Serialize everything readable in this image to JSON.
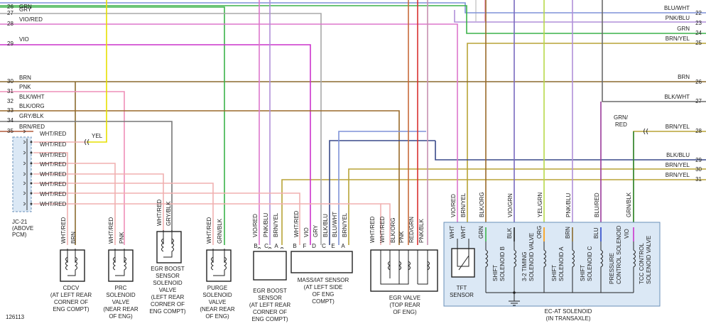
{
  "colors": {
    "WHT": "#cfcfcf",
    "GRY": "#a8a8a8",
    "VIO": "#cc33cc",
    "VIO_RED": "#dd77cc",
    "PNK": "#ee8fb8",
    "BRN": "#8a6a2e",
    "GRN": "#3bb24a",
    "YEL": "#e6e000",
    "BLU": "#2b46c8",
    "ORG": "#ff9900",
    "RED": "#d93030",
    "BLK": "#222222",
    "BRN_YEL": "#b8a336",
    "GRN_WHT": "#8fd19a",
    "BLK_BLU": "#465296",
    "GRN_BLK": "#2f8a3a",
    "GRY_BLK": "#777777",
    "BLU_WHT": "#7f92d8",
    "BLK_WHT": "#6a6a6a",
    "BLK_ORG": "#9a6a2a",
    "BRN_RED": "#b05a3a",
    "WHT_RED": "#f0b0b0",
    "PNK_BLU": "#b08fd8",
    "BLU_RED": "#9a3a9a",
    "VIO_GRN": "#7a6ac0",
    "YEL_GRN": "#b8d84a",
    "RED_GRN": "#c86a3a",
    "PNK_BLK": "#c78fb0",
    "BLK_BLU_ALT": "#3a4a8a",
    "BRN_BLU": "#7a6a9a"
  },
  "left_wires": [
    {
      "pin": "26",
      "label": "GRN"
    },
    {
      "pin": "27",
      "label": "GRY"
    },
    {
      "pin": "28",
      "label": "VIO/RED"
    },
    {
      "pin": "29",
      "label": "VIO"
    },
    {
      "pin": "30",
      "label": "BRN"
    },
    {
      "pin": "31",
      "label": "PNK"
    },
    {
      "pin": "32",
      "label": "BLK/WHT"
    },
    {
      "pin": "33",
      "label": "BLK/ORG"
    },
    {
      "pin": "34",
      "label": "GRY/BLK"
    },
    {
      "pin": "35",
      "label": "BRN/RED"
    }
  ],
  "right_wires": [
    {
      "pin": "22",
      "label": "BLU/WHT"
    },
    {
      "pin": "23",
      "label": "PNK/BLU"
    },
    {
      "pin": "24",
      "label": "GRN"
    },
    {
      "pin": "25",
      "label": "BRN/YEL"
    },
    {
      "pin": "26",
      "label": "BRN"
    },
    {
      "pin": "27",
      "label": "BLK/WHT"
    },
    {
      "pin": "28",
      "label": "BRN/YEL"
    },
    {
      "pin": "29",
      "label": "BLK/BLU"
    },
    {
      "pin": "30",
      "label": "BRN/YEL"
    },
    {
      "pin": "31",
      "label": "BRN/YEL"
    }
  ],
  "grn_red_label": [
    "GRN/",
    "RED"
  ],
  "yel_label": "YEL",
  "jc21": {
    "wire_label": "WHT/RED",
    "caption": [
      "JC-21",
      "(ABOVE",
      "PCM)"
    ]
  },
  "components": {
    "cdcv": {
      "wires": [
        "WHT/RED",
        "BRN"
      ],
      "caption": [
        "CDCV",
        "(AT LEFT REAR",
        "CORNER OF",
        "ENG COMPT)"
      ]
    },
    "prc": {
      "wires": [
        "WHT/RED",
        "PNK"
      ],
      "caption": [
        "PRC",
        "SOLENOID",
        "VALVE",
        "(NEAR REAR",
        "OF ENG)"
      ]
    },
    "egr_boost_valve": {
      "wires": [
        "WHT/RED",
        "GRY/BLK"
      ],
      "caption": [
        "EGR BOOST",
        "SENSOR",
        "SOLENOID",
        "VALVE",
        "(LEFT REAR",
        "CORNER OF",
        "ENG COMPT)"
      ]
    },
    "purge": {
      "wires": [
        "WHT/RED",
        "GRN/BLK"
      ],
      "caption": [
        "PURGE",
        "SOLENOID",
        "VALVE",
        "(NEAR REAR",
        "OF ENG)"
      ]
    },
    "egr_boost_sensor": {
      "wires": [
        "VIO/RED",
        "PNK/BLU",
        "BRN/YEL"
      ],
      "pins": [
        "B",
        "C",
        "A"
      ],
      "caption": [
        "EGR BOOST",
        "SENSOR",
        "(AT LEFT REAR",
        "CORNER OF",
        "ENG COMPT)"
      ]
    },
    "mass_at": {
      "wires": [
        "WHT/RED",
        "VIO",
        "GRY",
        "BLK/BLU",
        "BLU/WHT",
        "BRN/YEL"
      ],
      "pins": [
        "B",
        "F",
        "D",
        "C",
        "E",
        "A"
      ],
      "caption": [
        "MASS/IAT SENSOR",
        "(AT LEFT SIDE",
        "OF ENG",
        "COMPT)"
      ]
    },
    "egr_valve": {
      "wires": [
        "WHT/RED",
        "WHT/RED",
        "BLK/ORG",
        "PNK",
        "RED/GRN",
        "PNK/BLK"
      ],
      "caption": [
        "EGR VALVE",
        "(TOP REAR",
        "OF ENG)"
      ]
    },
    "tft": {
      "wires": [
        "VIO/RED",
        "BRN/YEL"
      ],
      "inner": [
        "WHT",
        "WHT"
      ],
      "caption": [
        "TFT",
        "SENSOR"
      ]
    },
    "ec_at": {
      "wires": [
        "BLK/ORG",
        "VIO/GRN",
        "YEL/GRN",
        "PNK/BLU",
        "BLU/RED",
        "GRN/BLK"
      ],
      "inner": [
        "GRN",
        "BLK",
        "ORG",
        "BRN",
        "BLU",
        "VIO"
      ],
      "solenoids": [
        [
          "SHIFT",
          "SOLENOID B"
        ],
        [
          "3-2 TIMING",
          "SOLENOID VALVE"
        ],
        [
          "SHIFT",
          "SOLENOID A"
        ],
        [
          "SHIFT",
          "SOLENOID C"
        ],
        [
          "PRESSURE",
          "CONTROL SOLENOID"
        ],
        [
          "TCC CONTROL",
          "SOLENOID VALVE"
        ]
      ],
      "caption": [
        "EC-AT SOLENOID",
        "(IN TRANSAXLE)"
      ]
    }
  },
  "figure_id": "126113"
}
